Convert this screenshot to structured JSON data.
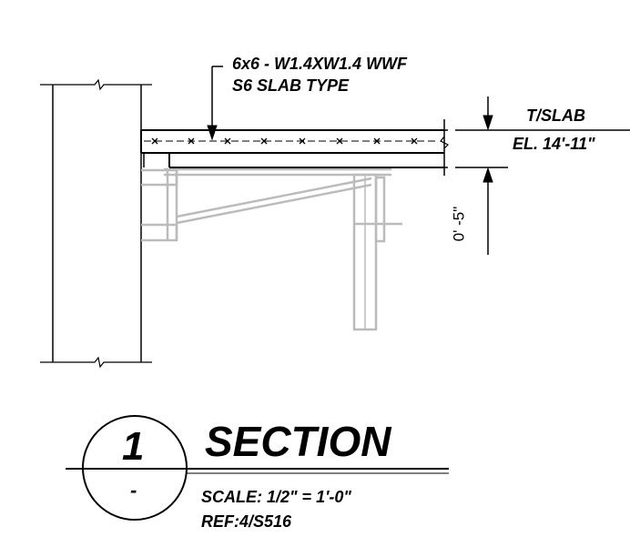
{
  "annotations": {
    "mesh": "6x6 - W1.4XW1.4 WWF",
    "slab_type": "S6 SLAB TYPE",
    "elevation_tag": "T/SLAB",
    "elevation_value": "EL. 14'-11\"",
    "dimension": "0' -5\""
  },
  "title_block": {
    "number": "1",
    "sheet": "-",
    "title": "SECTION",
    "scale": "SCALE: 1/2\" = 1'-0\"",
    "ref": "REF:4/S516"
  },
  "colors": {
    "linework": "#000000",
    "background_steel": "#bbbbbb"
  }
}
